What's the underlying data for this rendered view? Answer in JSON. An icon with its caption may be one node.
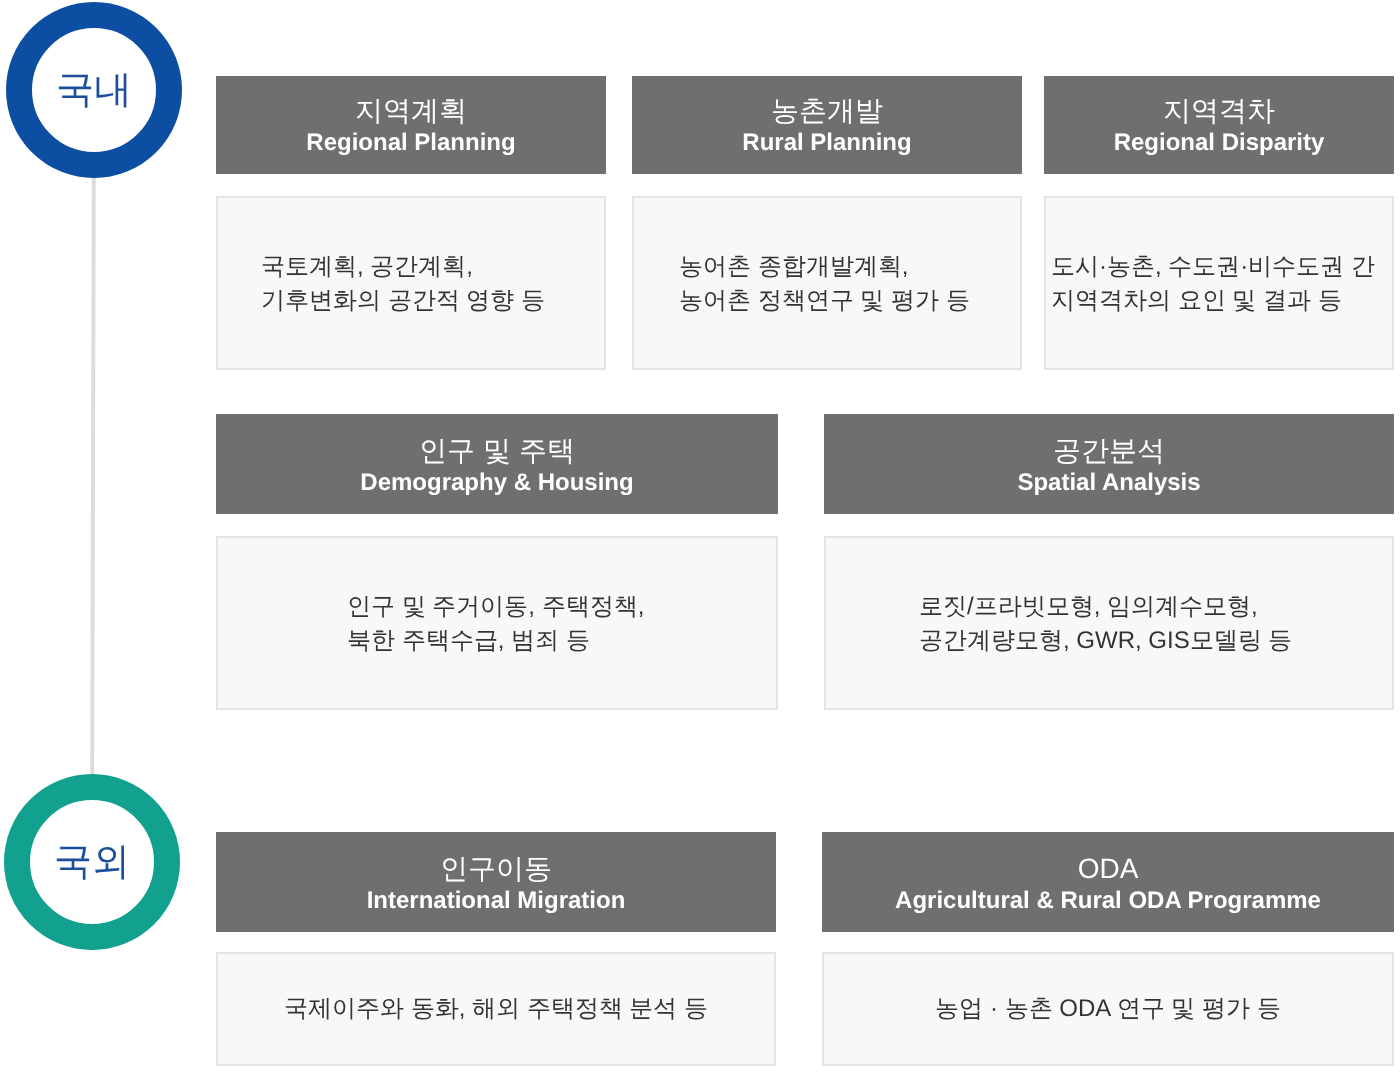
{
  "diagram": {
    "nodes": [
      {
        "text": [
          "국내"
        ]
      },
      {
        "text": [
          "지역계획",
          "Regional Planning"
        ]
      },
      {
        "text": [
          "농촌개발",
          "Rural Planning"
        ]
      },
      {
        "text": [
          "지역격차",
          "Regional Disparity"
        ]
      },
      {
        "text": [
          "국토계획, 공간계획, 기후변화의 공간적 영향 등"
        ]
      },
      {
        "text": [
          "농어촌 종합개발계획, 농어촌 정책연구 및 평가 등"
        ]
      },
      {
        "text": [
          "도시·농촌, 수도권·비수도권 간 지역격차의 요인 및 결과 등"
        ]
      },
      {
        "text": [
          "인구 및 주택",
          "Demography & Housing"
        ]
      },
      {
        "text": [
          "공간분석",
          "Spatial Analysis"
        ]
      },
      {
        "text": [
          "인구 및 주거이동, 주택정책, 북한 주택수급, 범죄 등"
        ]
      },
      {
        "text": [
          "로짓/프라빗모형, 임의계수모형, 공간계량모형, GWR, GIS모델링 등"
        ]
      },
      {
        "text": [
          "국외"
        ]
      },
      {
        "text": [
          "인구이동",
          "International Migration"
        ]
      },
      {
        "text": [
          "ODA",
          "Agricultural & Rural ODA Programme"
        ]
      },
      {
        "text": [
          "국제이주와 동화, 해외 주택정책 분석 등"
        ]
      },
      {
        "text": [
          "농업 · 농촌 ODA 연구 및 평가 등"
        ]
      }
    ],
    "edges": [
      {
        "from": 0,
        "to": 11,
        "arrow": "none"
      }
    ]
  }
}
